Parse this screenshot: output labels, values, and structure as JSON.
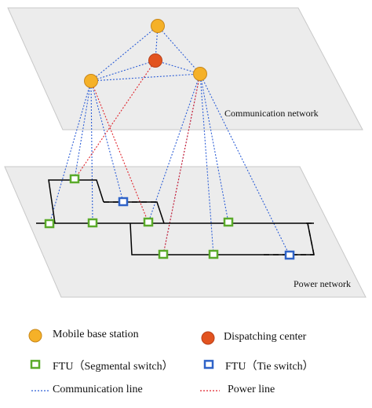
{
  "labels": {
    "communication_network": "Communication network",
    "power_network": "Power network"
  },
  "legend": {
    "mobile_base_station": "Mobile base station",
    "dispatching_center": "Dispatching center",
    "ftu_segmental": "FTU（Segmental switch）",
    "ftu_tie": "FTU（Tie switch）",
    "communication_line": "Communication line",
    "power_line": "Power line"
  },
  "colors": {
    "plane_fill": "#ececec",
    "plane_edge": "#c8c8c8",
    "base_station": "#f5b128",
    "dispatching_center": "#e2531f",
    "segmental_switch": "#5aaa2a",
    "tie_switch": "#2f63c8",
    "communication_line": "#2e5fd6",
    "power_line": "#e0242c",
    "feeder_line": "#000000"
  },
  "icons": {
    "base_station": "circle",
    "dispatching_center": "circle",
    "segmental_switch": "square-outline",
    "tie_switch": "square-outline"
  }
}
